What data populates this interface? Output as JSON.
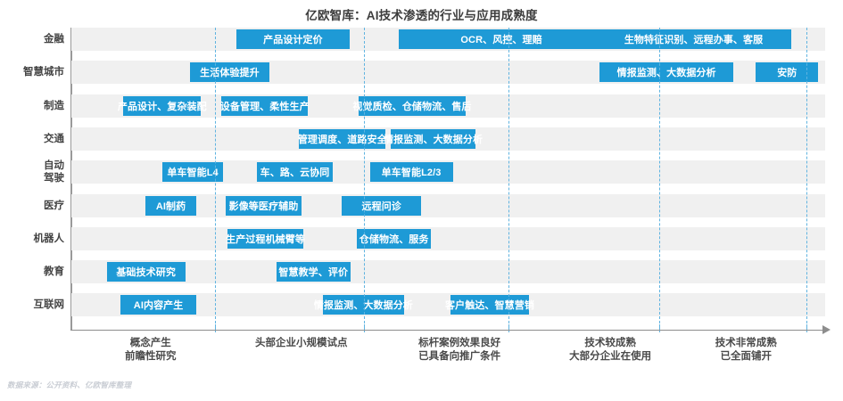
{
  "chart_data": {
    "type": "table",
    "title": "亿欧智库：AI技术渗透的行业与应用成熟度",
    "xlabel": "",
    "ylabel": "",
    "grid": true,
    "legend": "none",
    "source_note": "数据来源：公开资料、亿欧智库整理",
    "accent_color": "#1e9ad6",
    "band_color": "#f0f0f0",
    "gridline_color": "#5fb3e0",
    "x_axis_stages": [
      {
        "line1": "概念产生",
        "line2": "前瞻性研究",
        "center_pct": 10.5
      },
      {
        "line1": "头部企业小规模试点",
        "line2": "",
        "center_pct": 30.5
      },
      {
        "line1": "标杆案例效果良好",
        "line2": "已具备向推广条件",
        "center_pct": 51.5
      },
      {
        "line1": "技术较成熟",
        "line2": "大部分企业在使用",
        "center_pct": 71.5
      },
      {
        "line1": "技术非常成熟",
        "line2": "已全面铺开",
        "center_pct": 89.5
      }
    ],
    "gridline_pcts": [
      19.0,
      38.8,
      58.0,
      78.0,
      97.5
    ],
    "tick_pcts": [
      19.0,
      38.8,
      58.0,
      78.0,
      97.5
    ],
    "categories": [
      "金融",
      "智慧城市",
      "制造",
      "交通",
      "自动\n驾驶",
      "医疗",
      "机器人",
      "教育",
      "互联网"
    ],
    "rows": [
      {
        "label": "金融",
        "label_line1": "金融",
        "label_line2": "",
        "items": [
          {
            "text": "产品设计定价",
            "start_pct": 21.9,
            "end_pct": 36.9
          },
          {
            "text": "OCR、风控、理赔",
            "start_pct": 43.4,
            "end_pct": 70.7
          },
          {
            "text": "生物特征识别、远程办事、客服",
            "start_pct": 69.6,
            "end_pct": 95.5
          }
        ]
      },
      {
        "label": "智慧城市",
        "label_line1": "智慧城市",
        "label_line2": "",
        "items": [
          {
            "text": "生活体验提升",
            "start_pct": 15.7,
            "end_pct": 26.3
          },
          {
            "text": "情报监测、大数据分析",
            "start_pct": 70.1,
            "end_pct": 87.8
          },
          {
            "text": "安防",
            "start_pct": 90.8,
            "end_pct": 99.1
          }
        ]
      },
      {
        "label": "制造",
        "label_line1": "制造",
        "label_line2": "",
        "items": [
          {
            "text": "产品设计、复杂装配",
            "start_pct": 6.9,
            "end_pct": 17.2
          },
          {
            "text": "设备管理、柔性生产",
            "start_pct": 19.9,
            "end_pct": 31.4
          },
          {
            "text": "视觉质检、仓储物流、售后",
            "start_pct": 38.1,
            "end_pct": 52.3
          }
        ]
      },
      {
        "label": "交通",
        "label_line1": "交通",
        "label_line2": "",
        "items": [
          {
            "text": "管理调度、道路安全",
            "start_pct": 30.2,
            "end_pct": 41.7
          },
          {
            "text": "情报监测、大数据分析",
            "start_pct": 42.4,
            "end_pct": 53.6
          }
        ]
      },
      {
        "label": "自动驾驶",
        "label_line1": "自动",
        "label_line2": "驾驶",
        "items": [
          {
            "text": "单车智能L4",
            "start_pct": 12.1,
            "end_pct": 20.1
          },
          {
            "text": "车、路、云协同",
            "start_pct": 24.6,
            "end_pct": 34.7
          },
          {
            "text": "单车智能L2/3",
            "start_pct": 39.6,
            "end_pct": 50.6
          }
        ]
      },
      {
        "label": "医疗",
        "label_line1": "医疗",
        "label_line2": "",
        "items": [
          {
            "text": "AI制药",
            "start_pct": 9.8,
            "end_pct": 16.6
          },
          {
            "text": "影像等医疗辅助",
            "start_pct": 20.5,
            "end_pct": 30.5
          },
          {
            "text": "远程问诊",
            "start_pct": 35.9,
            "end_pct": 46.4
          }
        ]
      },
      {
        "label": "机器人",
        "label_line1": "机器人",
        "label_line2": "",
        "items": [
          {
            "text": "生产过程机械臂等",
            "start_pct": 20.7,
            "end_pct": 30.8
          },
          {
            "text": "仓储物流、服务",
            "start_pct": 37.9,
            "end_pct": 47.7
          }
        ]
      },
      {
        "label": "教育",
        "label_line1": "教育",
        "label_line2": "",
        "items": [
          {
            "text": "基础技术研究",
            "start_pct": 4.7,
            "end_pct": 15.1
          },
          {
            "text": "智慧教学、评价",
            "start_pct": 27.2,
            "end_pct": 37.0
          }
        ]
      },
      {
        "label": "互联网",
        "label_line1": "互联网",
        "label_line2": "",
        "items": [
          {
            "text": "AI内容产生",
            "start_pct": 6.5,
            "end_pct": 16.6
          },
          {
            "text": "情报监测、大数据分析",
            "start_pct": 33.4,
            "end_pct": 44.1
          },
          {
            "text": "客户触达、智慧营销",
            "start_pct": 50.3,
            "end_pct": 60.7
          }
        ]
      }
    ]
  }
}
